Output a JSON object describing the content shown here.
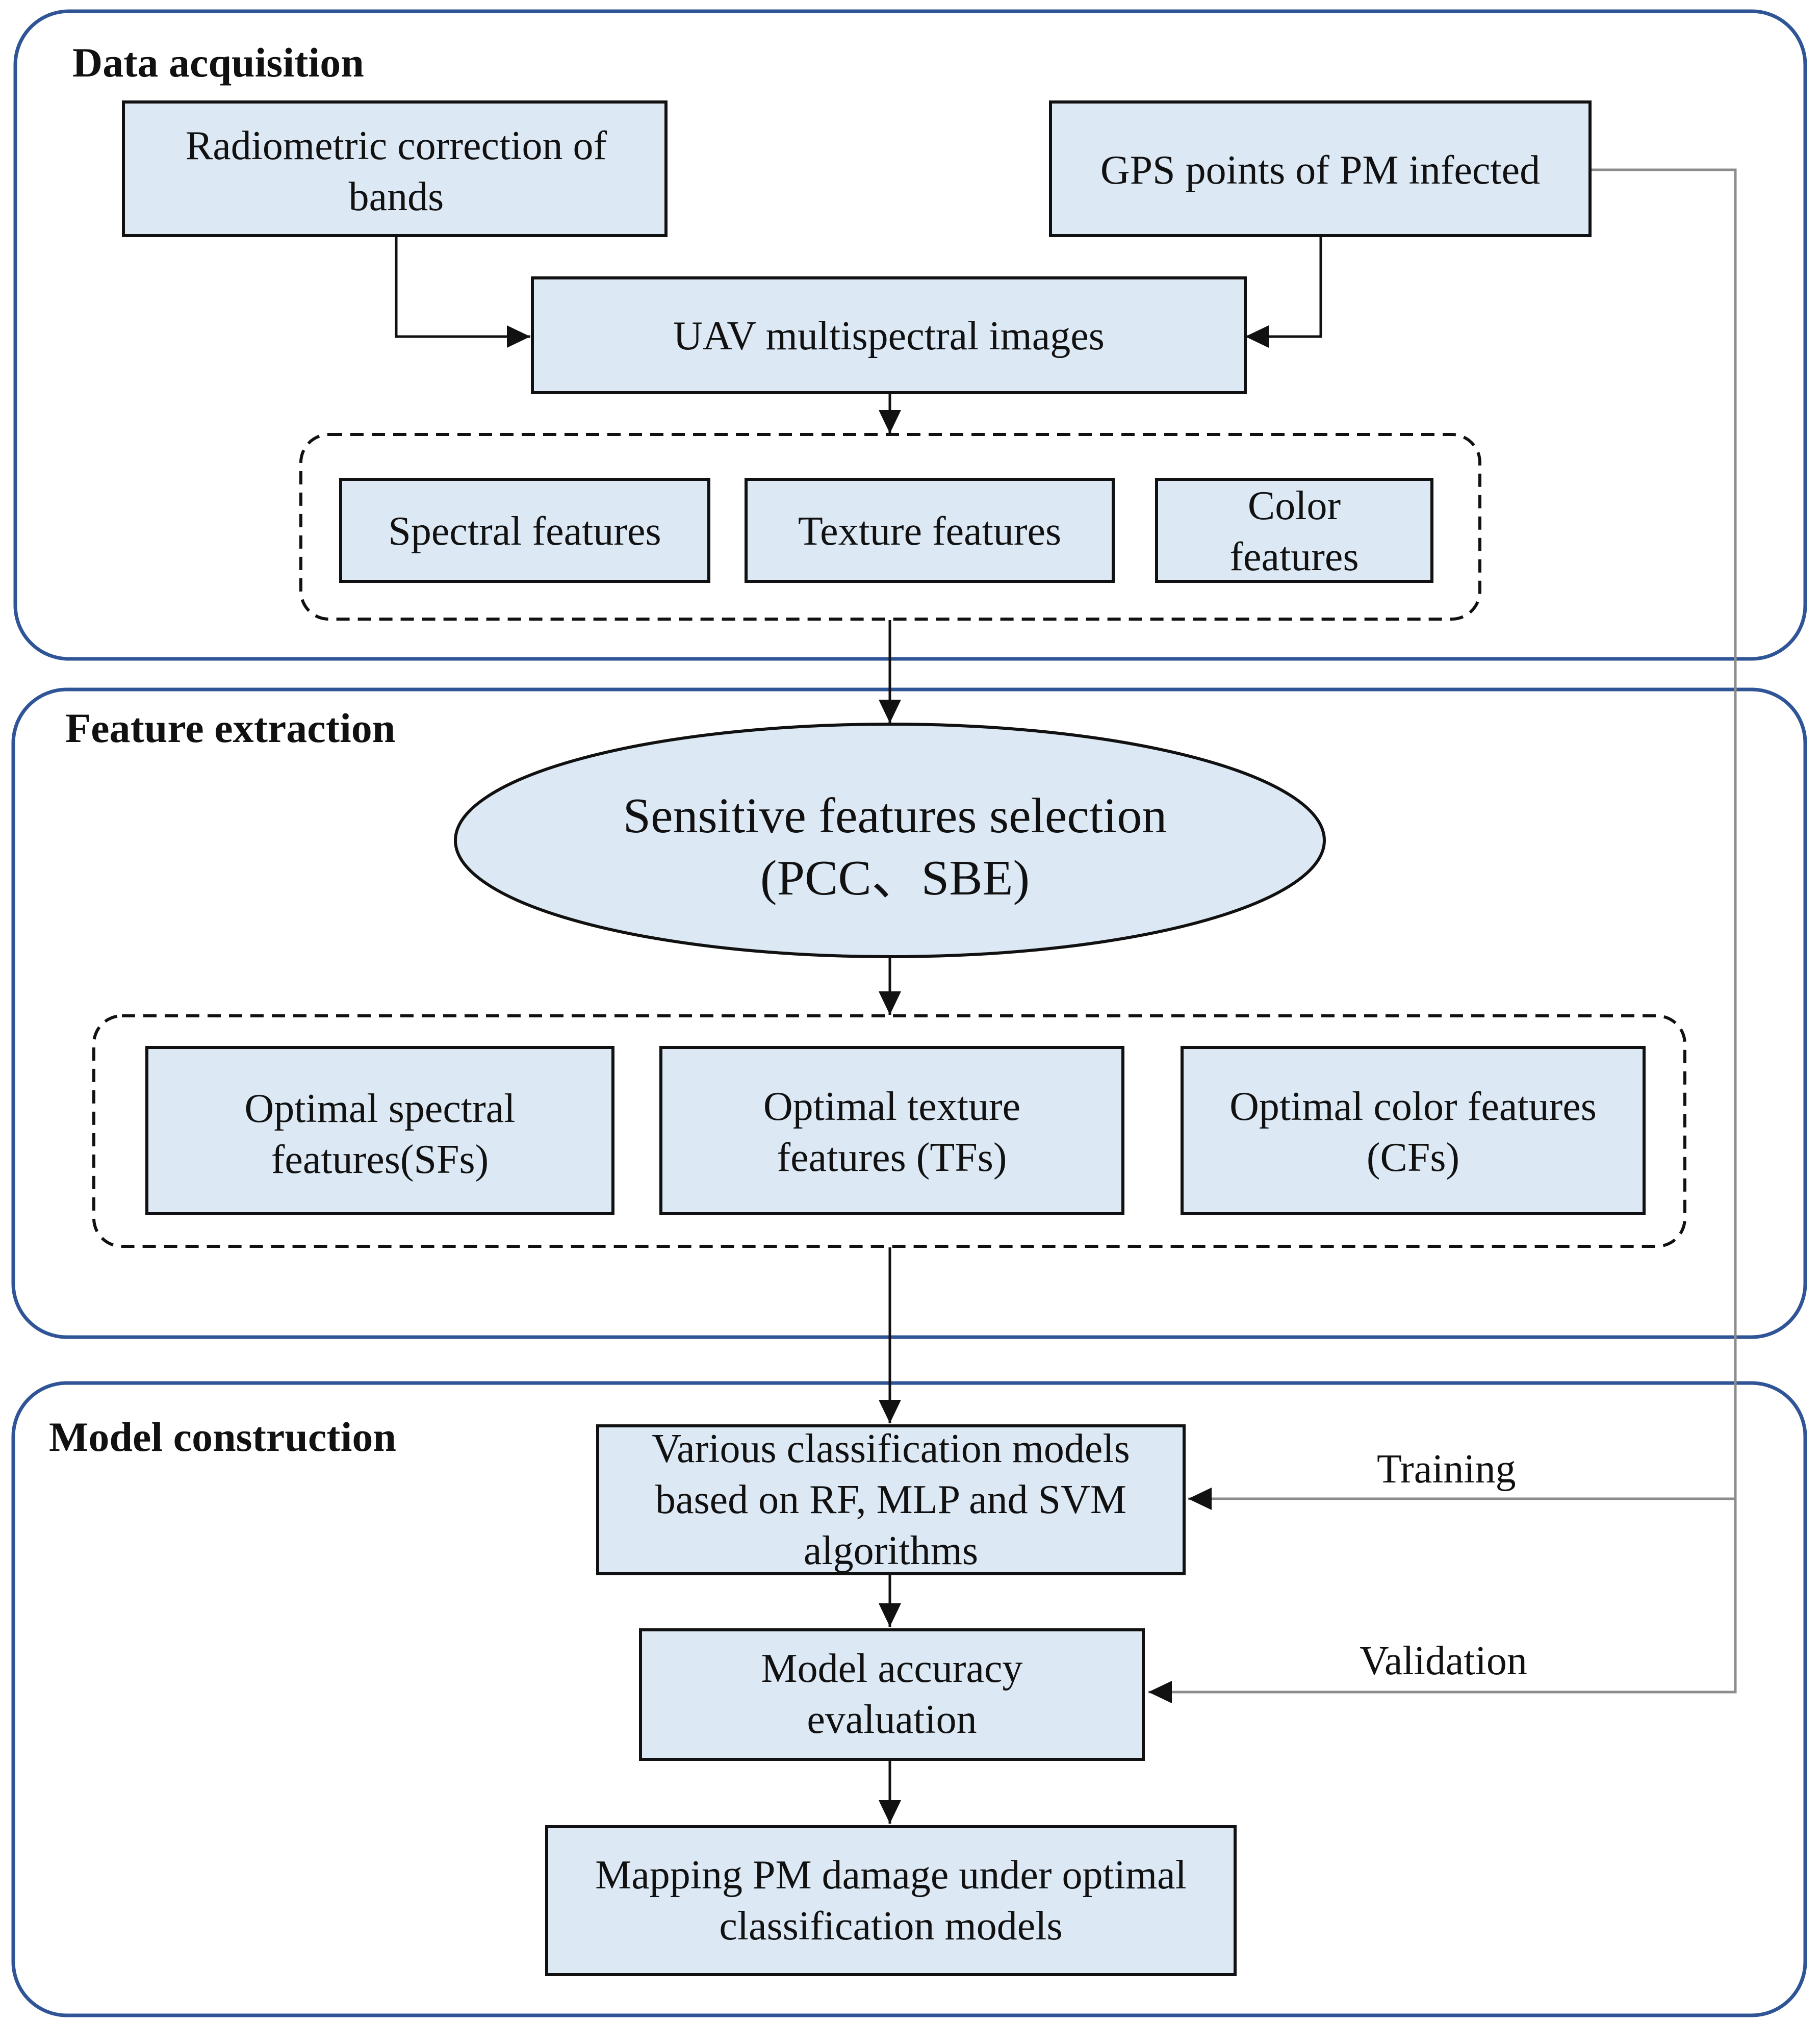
{
  "sections": {
    "data_acquisition": "Data acquisition",
    "feature_extraction": "Feature extraction",
    "model_construction": "Model construction"
  },
  "nodes": {
    "radiometric_correction": [
      "Radiometric correction of",
      "bands"
    ],
    "gps_points": [
      "GPS points of PM infected"
    ],
    "uav_images": [
      "UAV multispectral images"
    ],
    "spectral_features": [
      "Spectral features"
    ],
    "texture_features": [
      "Texture features"
    ],
    "color_features": [
      "Color",
      "features"
    ],
    "sensitive_selection": [
      "Sensitive features selection",
      "(PCC、SBE)"
    ],
    "optimal_spectral": [
      "Optimal spectral",
      "features(SFs)"
    ],
    "optimal_texture": [
      "Optimal texture",
      "features (TFs)"
    ],
    "optimal_color": [
      "Optimal color features",
      "(CFs)"
    ],
    "classification_models": [
      "Various classification models",
      "based on RF, MLP and SVM",
      "algorithms"
    ],
    "accuracy_evaluation": [
      "Model accuracy",
      "evaluation"
    ],
    "mapping": [
      "Mapping PM damage under optimal",
      "classification models"
    ]
  },
  "edge_labels": {
    "training": "Training",
    "validation": "Validation"
  },
  "colors": {
    "box_fill": "#dce8f4",
    "section_border": "#2f5597",
    "outline": "#111111",
    "side_line": "#8c8c8c"
  }
}
